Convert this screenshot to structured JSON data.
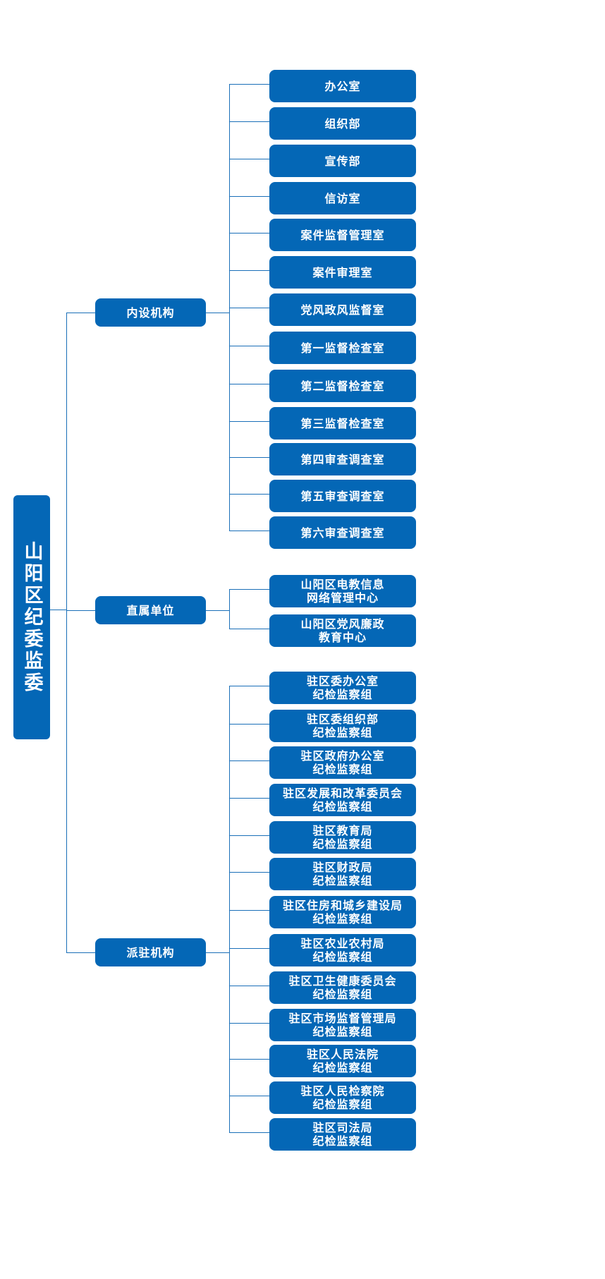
{
  "root": "山阳区纪委监委",
  "groups": [
    {
      "label": "内设机构",
      "items": [
        "办公室",
        "组织部",
        "宣传部",
        "信访室",
        "案件监督管理室",
        "案件审理室",
        "党风政风监督室",
        "第一监督检查室",
        "第二监督检查室",
        "第三监督检查室",
        "第四审查调查室",
        "第五审查调查室",
        "第六审查调查室"
      ]
    },
    {
      "label": "直属单位",
      "items": [
        "山阳区电教信息\n网络管理中心",
        "山阳区党风廉政\n教育中心"
      ]
    },
    {
      "label": "派驻机构",
      "items": [
        "驻区委办公室\n纪检监察组",
        "驻区委组织部\n纪检监察组",
        "驻区政府办公室\n纪检监察组",
        "驻区发展和改革委员会\n纪检监察组",
        "驻区教育局\n纪检监察组",
        "驻区财政局\n纪检监察组",
        "驻区住房和城乡建设局\n纪检监察组",
        "驻区农业农村局\n纪检监察组",
        "驻区卫生健康委员会\n纪检监察组",
        "驻区市场监督管理局\n纪检监察组",
        "驻区人民法院\n纪检监察组",
        "驻区人民检察院\n纪检监察组",
        "驻区司法局\n纪检监察组"
      ]
    }
  ]
}
